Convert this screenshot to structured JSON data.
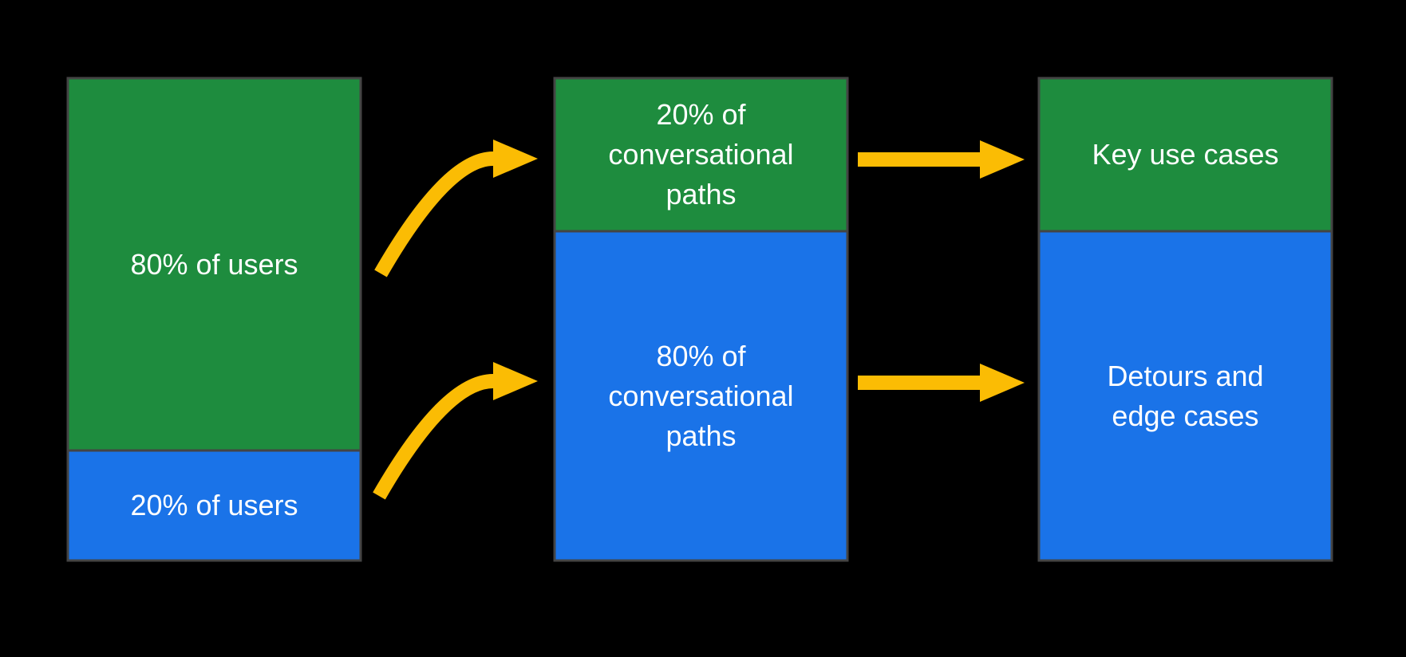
{
  "colors": {
    "green": "#1E8C3E",
    "blue": "#1A73E8",
    "yellow": "#FBBC04",
    "outline": "#444444",
    "background": "#000000",
    "label_text": "#FFFFFF"
  },
  "diagram": {
    "columns": [
      {
        "name": "users",
        "segments": [
          {
            "color_key": "green",
            "lines": [
              "80% of users"
            ]
          },
          {
            "color_key": "blue",
            "lines": [
              "20% of users"
            ]
          }
        ]
      },
      {
        "name": "conversational-paths",
        "segments": [
          {
            "color_key": "green",
            "lines": [
              "20% of",
              "conversational",
              "paths"
            ]
          },
          {
            "color_key": "blue",
            "lines": [
              "80% of",
              "conversational",
              "paths"
            ]
          }
        ]
      },
      {
        "name": "outcomes",
        "segments": [
          {
            "color_key": "green",
            "lines": [
              "Key use cases"
            ]
          },
          {
            "color_key": "blue",
            "lines": [
              "Detours and",
              "edge cases"
            ]
          }
        ]
      }
    ],
    "arrows": [
      {
        "shape": "curved",
        "from": "80% of users",
        "to": "20% of conversational paths"
      },
      {
        "shape": "curved",
        "from": "20% of users",
        "to": "80% of conversational paths"
      },
      {
        "shape": "straight",
        "from": "20% of conversational paths",
        "to": "Key use cases"
      },
      {
        "shape": "straight",
        "from": "80% of conversational paths",
        "to": "Detours and edge cases"
      }
    ]
  }
}
